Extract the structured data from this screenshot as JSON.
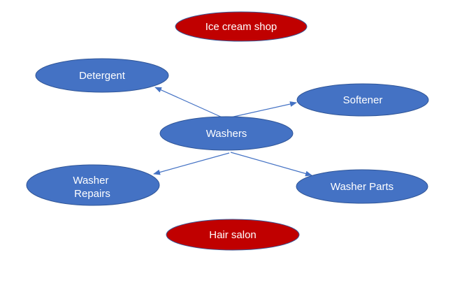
{
  "diagram": {
    "type": "mind-map",
    "colors": {
      "node_primary": "#4472c4",
      "node_primary_border": "#2f5597",
      "node_highlight": "#c00000",
      "node_highlight_border": "#3a5a9a",
      "edge": "#4472c4",
      "label_text": "#ffffff"
    },
    "nodes": {
      "center": {
        "label": "Washers"
      },
      "detergent": {
        "label": "Detergent"
      },
      "softener": {
        "label": "Softener"
      },
      "washer_repairs": {
        "line1": "Washer",
        "line2": "Repairs"
      },
      "washer_parts": {
        "label": "Washer Parts"
      },
      "ice_cream_shop": {
        "label": "Ice cream shop"
      },
      "hair_salon": {
        "label": "Hair salon"
      }
    },
    "edges": [
      {
        "from": "Washers",
        "to": "Detergent"
      },
      {
        "from": "Washers",
        "to": "Softener"
      },
      {
        "from": "Washers",
        "to": "Washer Repairs"
      },
      {
        "from": "Washers",
        "to": "Washer Parts"
      }
    ]
  }
}
